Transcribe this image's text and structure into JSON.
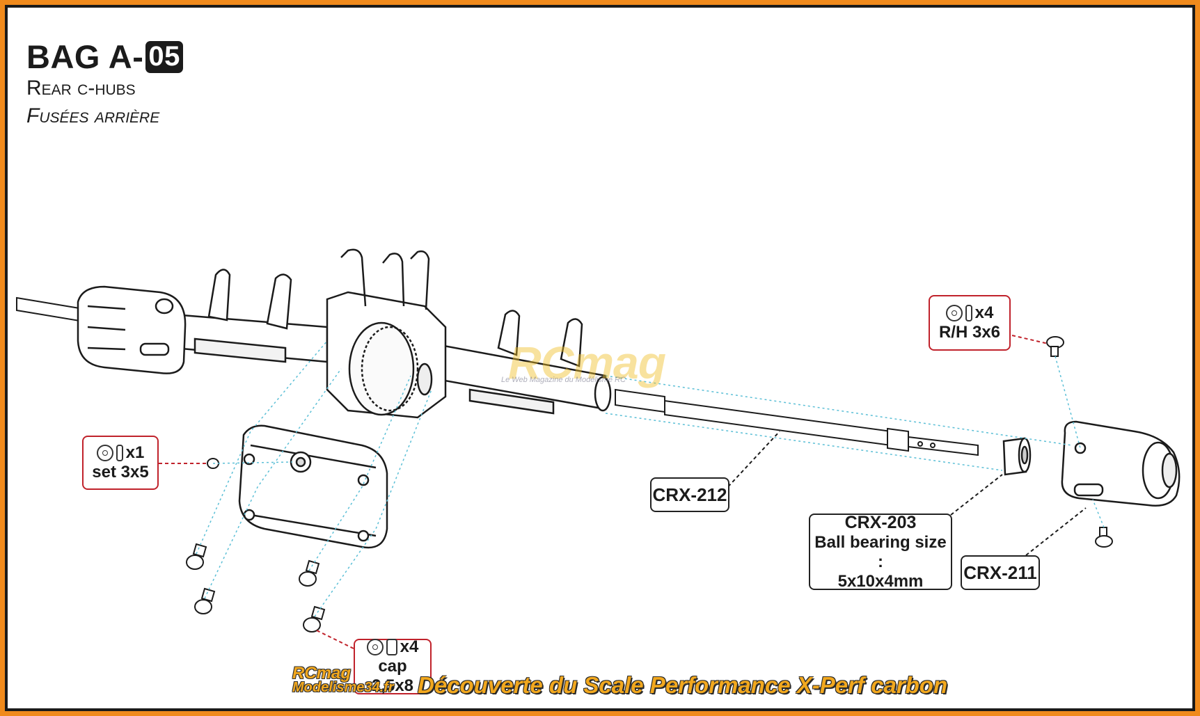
{
  "header": {
    "title_prefix": "BAG A-",
    "title_number": "05",
    "subtitle_en": "Rear c-hubs",
    "subtitle_fr": "Fusées arrière"
  },
  "hardware": {
    "set_screw": {
      "qty": "x1",
      "name": "set 3x5"
    },
    "cap_screw": {
      "qty": "x4",
      "name": "cap 2,5x8"
    },
    "rh_screw": {
      "qty": "x4",
      "name": "R/H 3x6"
    }
  },
  "parts": {
    "shaft": "CRX-212",
    "bearing": {
      "code": "CRX-203",
      "line1": "Ball bearing size :",
      "line2": "5x10x4mm"
    },
    "hub": "CRX-211"
  },
  "watermark": {
    "logo": "RCmag",
    "tagline": "Le Web Magazine du Modélisme RC"
  },
  "footer": {
    "brand_line1": "RCmag",
    "brand_line2": "Modelisme34.fr",
    "caption": "Découverte du Scale Performance X-Perf carbon"
  },
  "colors": {
    "frame": "#f08a1c",
    "callout_red": "#c0222b",
    "guide_blue": "#5bbfd6",
    "caption_orange": "#f2a81e"
  }
}
